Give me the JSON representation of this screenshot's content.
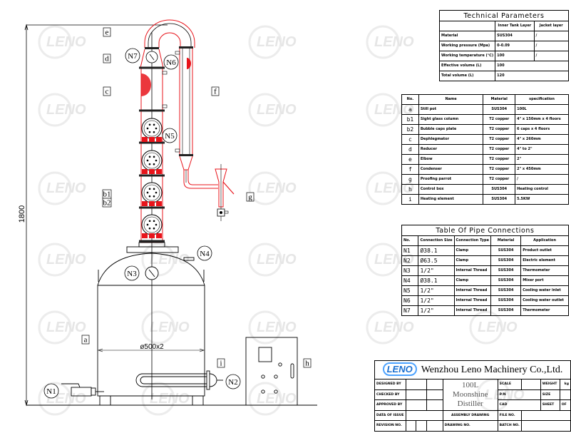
{
  "watermark": "LENO",
  "drawing": {
    "height_dimension": "1800",
    "diameter_dimension": "ø500x2",
    "part_labels": [
      "a",
      "b1",
      "b2",
      "c",
      "d",
      "e",
      "f",
      "g",
      "h",
      "i"
    ],
    "connection_labels": [
      "N1",
      "N2",
      "N3",
      "N4",
      "N5",
      "N6",
      "N7"
    ]
  },
  "technical_parameters": {
    "title": "Technical Parameters",
    "headers": [
      "",
      "Inner Tank Layer",
      "Jacket layer"
    ],
    "rows": [
      [
        "Material",
        "SUS304",
        "/"
      ],
      [
        "Working pressure (Mpa)",
        "0-0.09",
        "/"
      ],
      [
        "Working temperature (℃)",
        "100",
        "/"
      ],
      [
        "Effective volume (L)",
        "100"
      ],
      [
        "Total volume (L)",
        "120"
      ]
    ]
  },
  "parts_list": {
    "headers": [
      "No.",
      "Name",
      "Material",
      "specification"
    ],
    "rows": [
      [
        "a",
        "Still pot",
        "SUS304",
        "100L"
      ],
      [
        "b1",
        "Sight glass column",
        "T2 copper",
        "4\" x 150mm x 4 floors"
      ],
      [
        "b2",
        "Bubble caps plate",
        "T2 copper",
        "6 caps x 4 floors"
      ],
      [
        "c",
        "Dephlegmator",
        "T2 copper",
        "4\" x 260mm"
      ],
      [
        "d",
        "Reducer",
        "T2 copper",
        "4\" to 2\""
      ],
      [
        "e",
        "Elbow",
        "T2 copper",
        "2\""
      ],
      [
        "f",
        "Condenser",
        "T2 copper",
        "2\" x 450mm"
      ],
      [
        "g",
        "Proofing parrot",
        "T2 copper",
        "/"
      ],
      [
        "h",
        "Control box",
        "SUS304",
        "Heating control"
      ],
      [
        "i",
        "Heating element",
        "SUS304",
        "5.5KW"
      ]
    ]
  },
  "pipe_connections": {
    "title": "Table Of Pipe Connections",
    "headers": [
      "No.",
      "Connection Size",
      "Connection Type",
      "Material",
      "Application"
    ],
    "rows": [
      [
        "N1",
        "Ø38.1",
        "Clamp",
        "SUS304",
        "Product outlet"
      ],
      [
        "N2",
        "Ø63.5",
        "Clamp",
        "SUS304",
        "Electric element"
      ],
      [
        "N3",
        "1/2\"",
        "Internal Thread",
        "SUS304",
        "Thermometer"
      ],
      [
        "N4",
        "Ø38.1",
        "Clamp",
        "SUS304",
        "Mixer port"
      ],
      [
        "N5",
        "1/2\"",
        "Internal Thread",
        "SUS304",
        "Cooling water inlet"
      ],
      [
        "N6",
        "1/2\"",
        "Internal Thread",
        "SUS304",
        "Cooling water outlet"
      ],
      [
        "N7",
        "1/2\"",
        "Internal Thread",
        "SUS304",
        "Thermometer"
      ]
    ]
  },
  "title_block": {
    "logo": "LENO",
    "company": "Wenzhou Leno Machinery Co.,Ltd.",
    "product_lines": [
      "100L",
      "Moonshine",
      "Distiller"
    ],
    "designed_by": "DESIGNED BY",
    "checked_by": "CHECKED BY",
    "approved_by": "APPROVED BY",
    "date_of_issue": "DATA OF ISSUE",
    "revision_no": "REVISION NO.",
    "assembly_drawing": "ASSEMBLY DRAWING",
    "drawing_no": "DRAWING NO.",
    "scale": "SCALE",
    "pn": "P/N",
    "cad": "CAD",
    "file_no": "FILE NO.",
    "batch_no": "BATCH NO.",
    "weight": "WEIGHT",
    "weight_unit": "kg",
    "size": "SIZE",
    "sheet": "SHEET",
    "of": "OF"
  },
  "colors": {
    "copper_red": "#e8141b",
    "line": "#000000",
    "logo_blue": "#1a6fd0"
  }
}
